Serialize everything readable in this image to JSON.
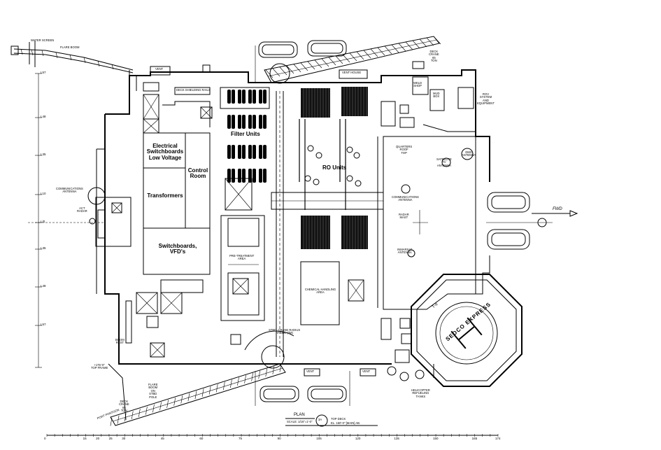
{
  "labels": {
    "water_screen": "WATER SCREEN",
    "flare_boom_top": "FLARE BOOM",
    "vent_top": "VENT",
    "deck_shielding_rails": "DECK SHIELDING RAILS",
    "vent_house": "VENT HOUSE",
    "deck_crane_top": "DECK\nCRANE\n65\nTON",
    "weld_shop": "WELD\nSHOP",
    "mud_box": "MUD\nBOX",
    "rov_system": "ROV\nSYSTEM\nAND\nEQUIPMENT",
    "filter_units": "Filter Units",
    "ro_units": "RO Units",
    "electrical_switchboards": "Electrical\nSwitchboards\nLow Voltage",
    "control_room": "Control\nRoom",
    "transformers": "Transformers",
    "switchboards_vfd": "Switchboards,\nVFD's",
    "comms_antenna_left": "COMMUNICATIONS\nANTENNA",
    "act_radar": "ACT\nRADAR",
    "quarters_roof": "QUARTERS\nROOF\nTOP",
    "satellite_tv": "SATELLITE\nTV\nANTENNA",
    "dms_antenna": "DMS\nANTENNA",
    "comms_antenna_right": "COMMUNICATIONS\nANTENNA",
    "radar_mast": "RADAR\nMAST",
    "inmarsat_antenna": "INMARSAT\nANTENNA",
    "fwd": "FWD",
    "pretreatment_area": "PRE-TREATMENT\nAREA",
    "chemical_area": "CHEMICAL HANDLING\nAREA",
    "crane_radius": "STBD. CRANE RADIUS\nAT MIN. (7M)",
    "vent_bottom_left": "VENT",
    "vent_bottom_right": "VENT",
    "helicopter_tanks": "HELICOPTER\nREFUELING\nTANKS",
    "heli_name": "SEDCO EXPRESS",
    "heli_number": "T-II",
    "flare_boom_bottom": "FLARE\nBOOM\nON\nSTBD\nPOLE",
    "deck_crane_bottom": "DECK\nCRANE\n65\nTON",
    "boom_rest": "BOOM\nREST",
    "port_pontoon_note": "PORT PONTOON",
    "deck_level": "+175'-0\"\nTOP FRAME",
    "plan_title": "PLAN",
    "plan_scale": "SCALE: 1/16\"=1'-0\"",
    "plan_sheet": "3A",
    "plan_deck": "TOP DECK",
    "plan_elevation": "EL. 160'-0\" [MAIN] AB."
  },
  "left_scale": [
    "L57",
    "L48",
    "L35",
    "L10",
    "L/0",
    "L35",
    "L48",
    "L57"
  ],
  "bottom_scale": [
    "0",
    "15",
    "20",
    "25",
    "30",
    "45",
    "60",
    "75",
    "90",
    "105",
    "120",
    "135",
    "150",
    "165",
    "174"
  ]
}
